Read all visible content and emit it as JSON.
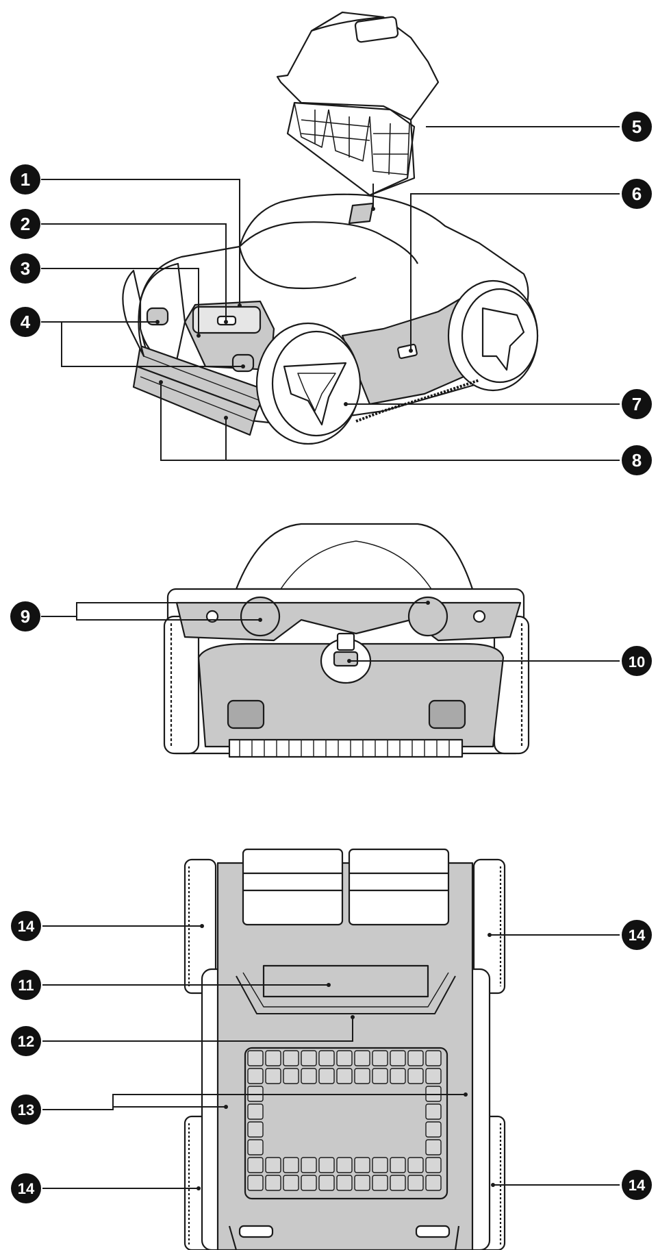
{
  "diagram": {
    "callouts": [
      {
        "id": "c1",
        "label": "1"
      },
      {
        "id": "c2",
        "label": "2"
      },
      {
        "id": "c3",
        "label": "3"
      },
      {
        "id": "c4",
        "label": "4"
      },
      {
        "id": "c5",
        "label": "5"
      },
      {
        "id": "c6",
        "label": "6"
      },
      {
        "id": "c7",
        "label": "7"
      },
      {
        "id": "c8",
        "label": "8"
      },
      {
        "id": "c9",
        "label": "9"
      },
      {
        "id": "c10",
        "label": "10"
      },
      {
        "id": "c11",
        "label": "11"
      },
      {
        "id": "c12",
        "label": "12"
      },
      {
        "id": "c13",
        "label": "13"
      },
      {
        "id": "c14a",
        "label": "14"
      },
      {
        "id": "c14b",
        "label": "14"
      },
      {
        "id": "c14c",
        "label": "14"
      },
      {
        "id": "c14d",
        "label": "14"
      }
    ],
    "colors": {
      "outline": "#1a1a1a",
      "body_fill": "#ffffff",
      "highlight_fill": "#c9c9c9",
      "callout_fill": "#111111",
      "callout_text": "#ffffff"
    }
  }
}
